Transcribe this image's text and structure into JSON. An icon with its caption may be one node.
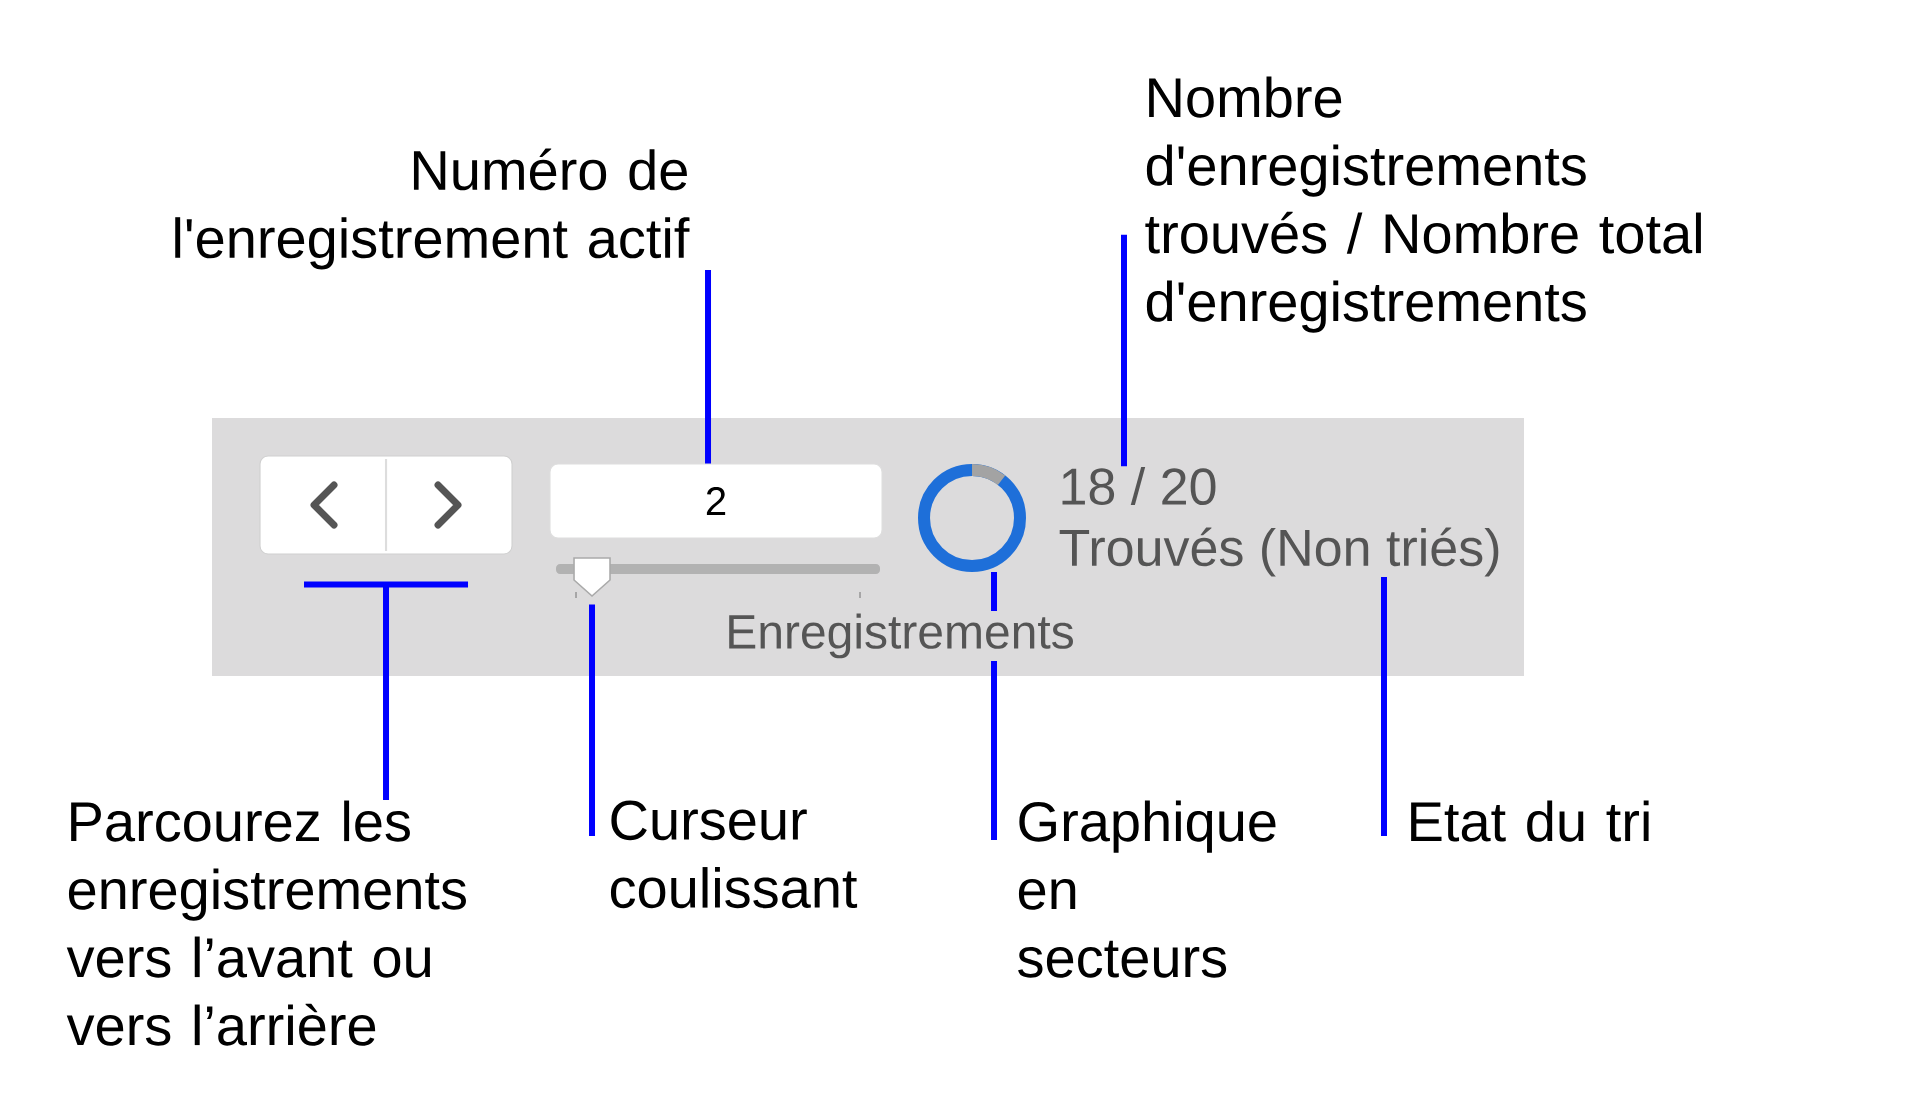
{
  "diagram": {
    "nodes": [
      {
        "text": [
          "Numéro de l'enregistrement actif"
        ]
      },
      {
        "text": [
          "2"
        ]
      },
      {
        "text": [
          "Nombre d'enregistrements trouvés / Nombre total d'enregistrements"
        ]
      },
      {
        "text": [
          "18 / 20"
        ]
      },
      {
        "text": [],
        "shape": "box"
      },
      {
        "text": [
          "Parcourez les enregistrements vers l’avant ou vers l’arrière"
        ]
      },
      {
        "text": [],
        "shape": "bar"
      },
      {
        "text": [
          "Curseur coulissant"
        ]
      },
      {
        "text": [],
        "shape": "circle"
      },
      {
        "text": [
          "Graphique en secteurs"
        ]
      },
      {
        "text": [
          "Trouvés (Non triés)"
        ]
      },
      {
        "text": [
          "Etat du tri"
        ]
      }
    ],
    "edges": [
      {
        "from": 0,
        "to": 1,
        "arrow": "none"
      },
      {
        "from": 2,
        "to": 3,
        "arrow": "none"
      },
      {
        "from": 5,
        "to": 4,
        "arrow": "none"
      },
      {
        "from": 7,
        "to": 6,
        "arrow": "none"
      },
      {
        "from": 9,
        "to": 8,
        "arrow": "none"
      },
      {
        "from": 11,
        "to": 10,
        "arrow": "none"
      }
    ],
    "labels": [
      "Enregistrements"
    ]
  }
}
